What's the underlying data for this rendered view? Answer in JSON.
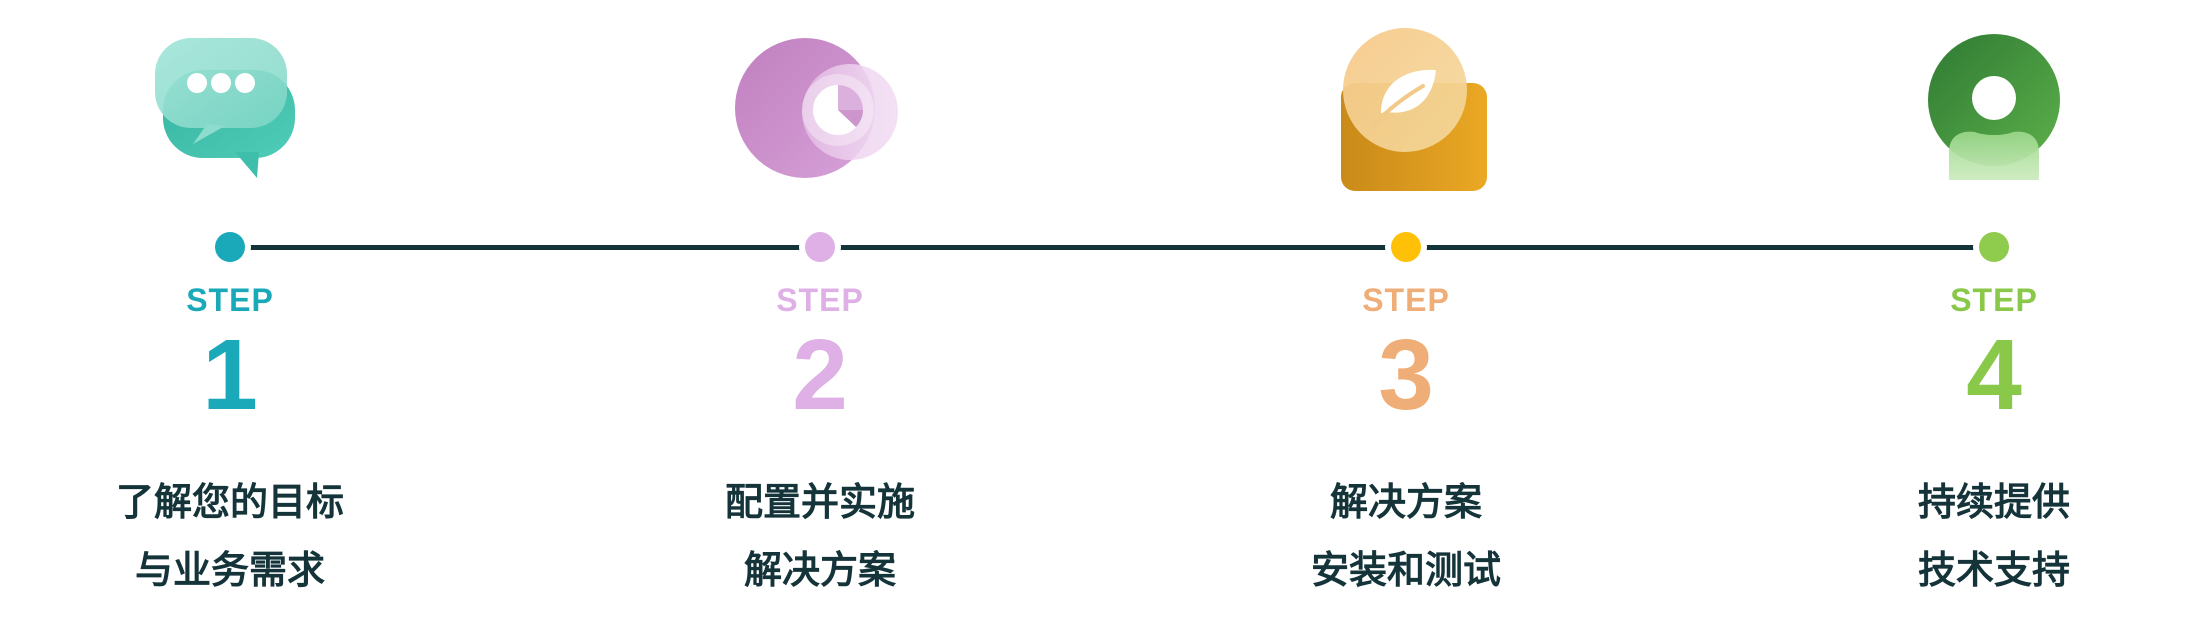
{
  "steps": [
    {
      "label": "STEP",
      "number": "1",
      "color": "#1aa9b9",
      "icon": "chat-bubbles-icon",
      "lines": [
        "了解您的目标",
        "与业务需求"
      ]
    },
    {
      "label": "STEP",
      "number": "2",
      "color": "#deb0e6",
      "icon": "pie-chart-icon",
      "lines": [
        "配置并实施",
        "解决方案"
      ]
    },
    {
      "label": "STEP",
      "number": "3",
      "color": "#efad77",
      "dot_color": "#ffc107",
      "icon": "leaf-icon",
      "lines": [
        "解决方案",
        "安装和测试"
      ]
    },
    {
      "label": "STEP",
      "number": "4",
      "color": "#8ac84a",
      "dot_color": "#8fcc4d",
      "icon": "user-profile-icon",
      "lines": [
        "持续提供",
        "技术支持"
      ]
    }
  ]
}
